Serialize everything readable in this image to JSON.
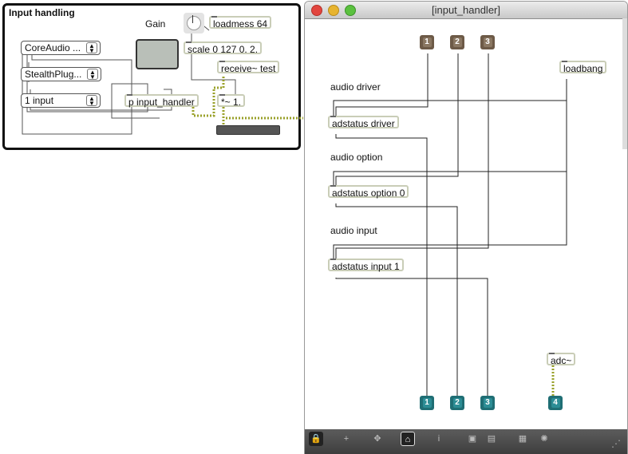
{
  "main_patch": {
    "title": "Input handling",
    "gain_label": "Gain",
    "menus": [
      "CoreAudio ...",
      "StealthPlug...",
      "1 input"
    ],
    "objects": {
      "loadmess": "loadmess 64",
      "scale": "scale 0 127 0. 2.",
      "receive": "receive~ test",
      "subpatch": "p input_handler",
      "multiply": "*~ 1."
    }
  },
  "sub_window": {
    "title": "[input_handler]",
    "comments": {
      "driver": "audio driver",
      "option": "audio option",
      "input": "audio input"
    },
    "objects": {
      "loadbang": "loadbang",
      "adstatus_driver": "adstatus driver",
      "adstatus_option": "adstatus option 0",
      "adstatus_input": "adstatus input 1",
      "adc": "adc~"
    },
    "inlets": [
      "1",
      "2",
      "3"
    ],
    "outlets": [
      "1",
      "2",
      "3",
      "4"
    ],
    "toolbar": [
      "lock-icon",
      "add-icon",
      "move-icon",
      "presentation-icon",
      "info-icon",
      "copy-icon",
      "paste-icon",
      "grid-icon",
      "settings-icon"
    ]
  }
}
